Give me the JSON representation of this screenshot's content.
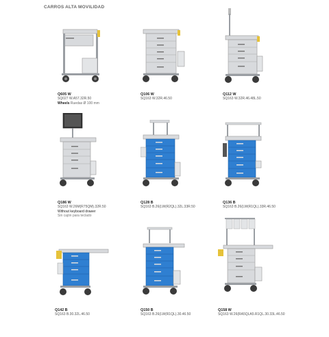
{
  "header": {
    "title": "CARROS ALTA MOVILIDAD"
  },
  "colors": {
    "blue_drawer": "#2f7fd1",
    "grey_drawer": "#d8dadd",
    "frame": "#9a9ea3",
    "wheel": "#3a3a3a",
    "accent_yellow": "#e6c23a"
  },
  "products": [
    {
      "code": "Q605 W",
      "ref": "SQ027 W.A57.32R.50",
      "drawer_color": "grey",
      "wheels_label": "Wheels",
      "wheels_value": "Ruedas Ø 100 mm"
    },
    {
      "code": "Q106 W",
      "ref": "SQ163 W.32R.46.50",
      "drawer_color": "grey"
    },
    {
      "code": "Q112 W",
      "ref": "SQ163 W.32R.46.48L.50",
      "drawer_color": "grey"
    },
    {
      "code": "Q186 W",
      "ref": "SQ163 W.26M(R75QM).32R.50",
      "drawer_color": "grey",
      "note": "Without keyboard drawer",
      "note_sub": "Sin cajón para teclado"
    },
    {
      "code": "Q128 B",
      "ref": "SQ163 B.26(LW(R2QL).32L.33R.50",
      "drawer_color": "blue"
    },
    {
      "code": "Q136 B",
      "ref": "SQ163 B.26(LW(R1QL).33R.46.50",
      "drawer_color": "blue"
    },
    {
      "code": "Q142 B",
      "ref": "SQ163 B.30.32L.46.50",
      "drawer_color": "blue"
    },
    {
      "code": "Q150 B",
      "ref": "SQ163 B.26(LW(R1QL).30.46.50",
      "drawer_color": "blue"
    },
    {
      "code": "Q158 W",
      "ref": "SQ163 W.26(RA5QLA5.R1QL.30.33L.46.50",
      "drawer_color": "grey"
    }
  ]
}
